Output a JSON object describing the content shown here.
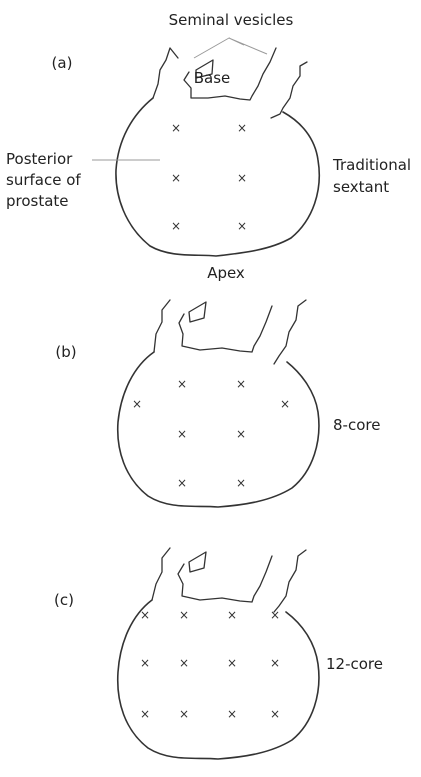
{
  "labels": {
    "seminal_vesicles": "Seminal vesicles",
    "base": "Base",
    "apex": "Apex",
    "posterior_line1": "Posterior",
    "posterior_line2": "surface of",
    "posterior_line3": "prostate"
  },
  "panels": [
    {
      "id": "a",
      "label": "(a)",
      "scheme_line1": "Traditional",
      "scheme_line2": "sextant",
      "cores": 6,
      "marker": "×"
    },
    {
      "id": "b",
      "label": "(b)",
      "scheme_line1": "8-core",
      "cores": 8,
      "marker": "×"
    },
    {
      "id": "c",
      "label": "(c)",
      "scheme_line1": "12-core",
      "cores": 12,
      "marker": "×"
    }
  ]
}
